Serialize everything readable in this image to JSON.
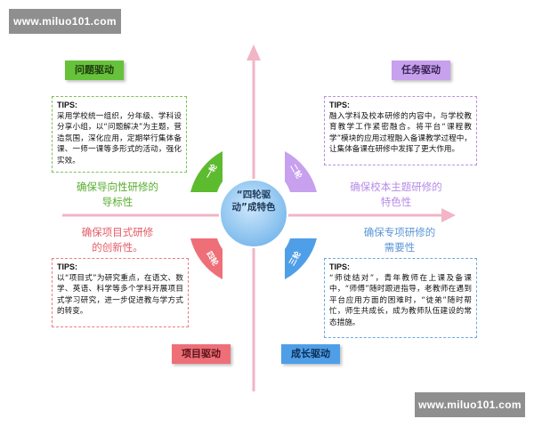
{
  "watermark": {
    "top": "www.miluo101.com",
    "bottom": "www.miluo101.com"
  },
  "center": {
    "text": "“四轮驱动”成特色"
  },
  "petals": {
    "one": "一轮",
    "two": "二轮",
    "three": "三轮",
    "four": "四轮"
  },
  "tags": {
    "problem": "问题驱动",
    "task": "任务驱动",
    "project": "项目驱动",
    "growth": "成长驱动"
  },
  "goals": {
    "green_l1": "确保导向性研修的",
    "green_l2": "导标性",
    "purple_l1": "确保校本主题研修的",
    "purple_l2": "特色性",
    "red_l1": "确保项目式研修",
    "red_l2": "的创新性。",
    "blue_l1": "确保专项研修的",
    "blue_l2": "需要性"
  },
  "tips": {
    "heading": "TIPS:",
    "green": "采用学校统一组织，分年级、学科设分享小组，以“问题解决”为主题，营造氛围，深化应用，定期举行集体备课、一师一课等多形式的活动，强化实效。",
    "purple": "融入学科及校本研修的内容中，与学校教育教学工作紧密融合。将平台“课程教学”模块的应用过程融入备课教学过程中，让集体备课在研修中发挥了更大作用。",
    "red": "以“项目式”为研究重点，在语文、数学、英语、科学等多个学科开展项目式学习研究，进一步促进教与学方式的转变。",
    "blue": "“师徒结对”，青年教师在上课及备课中，“师傅”随时跟进指导，老教师在遇到平台应用方面的困难时，“徒弟”随时帮忙，师生共成长，成为教师队伍建设的常态措施。"
  },
  "colors": {
    "green": "#66c23a",
    "purple": "#c7a0ee",
    "red": "#ee6f78",
    "blue": "#4f9fe8",
    "axis": "#f2b4c6",
    "center": "#8ec7f2"
  }
}
